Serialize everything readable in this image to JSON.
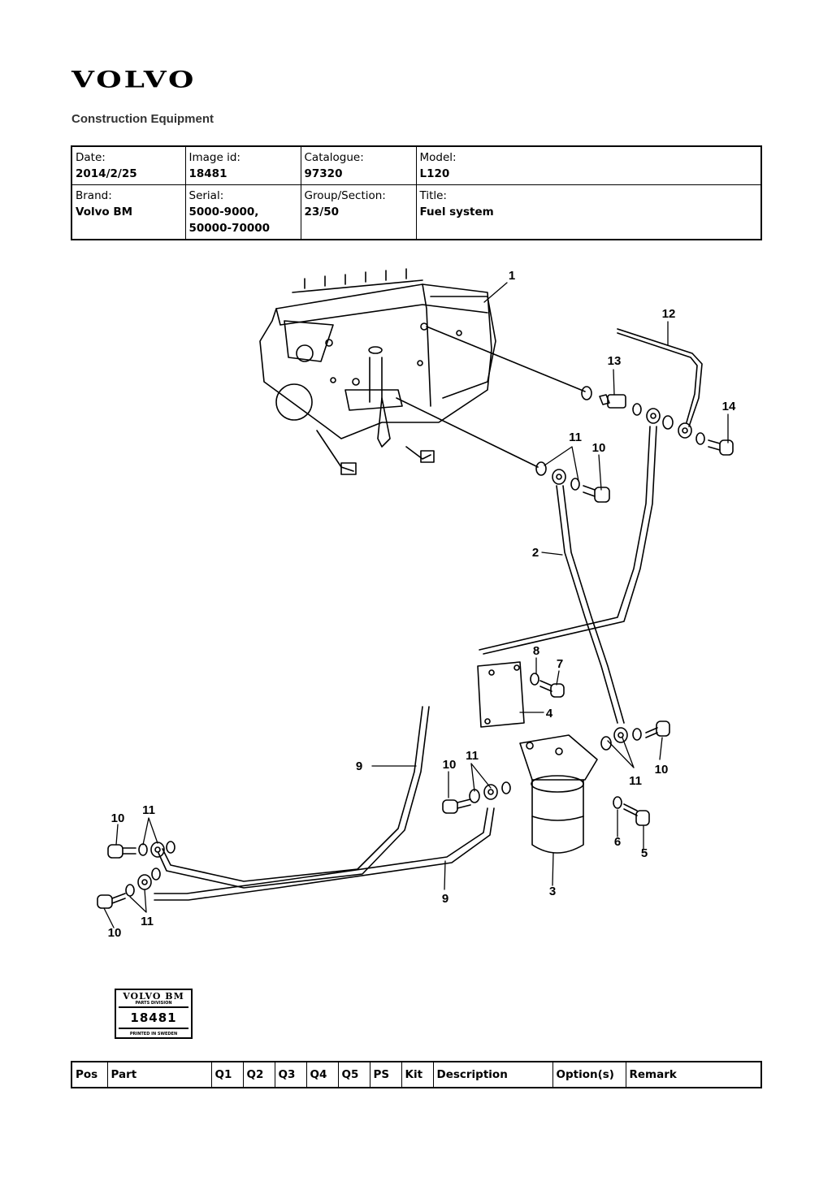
{
  "brand": {
    "logo_text": "VOLVO",
    "subtitle": "Construction Equipment"
  },
  "info": {
    "date_label": "Date:",
    "date_value": "2014/2/25",
    "image_id_label": "Image id:",
    "image_id_value": "18481",
    "catalogue_label": "Catalogue:",
    "catalogue_value": "97320",
    "model_label": "Model:",
    "model_value": "L120",
    "brand_label": "Brand:",
    "brand_value": "Volvo BM",
    "serial_label": "Serial:",
    "serial_value": "5000-9000,\n50000-70000",
    "group_label": "Group/Section:",
    "group_value": "23/50",
    "title_label": "Title:",
    "title_value": "Fuel system"
  },
  "diagram": {
    "callouts": [
      "1",
      "12",
      "13",
      "14",
      "11",
      "10",
      "2",
      "8",
      "7",
      "4",
      "9",
      "10",
      "11",
      "11",
      "10",
      "6",
      "5",
      "10",
      "11",
      "9",
      "3",
      "11",
      "10"
    ]
  },
  "stamp": {
    "line1": "VOLVO BM",
    "line2": "PARTS DIVISION",
    "number": "18481",
    "line4": "PRINTED IN SWEDEN"
  },
  "parts_table": {
    "headers": [
      "Pos",
      "Part",
      "Q1",
      "Q2",
      "Q3",
      "Q4",
      "Q5",
      "PS",
      "Kit",
      "Description",
      "Option(s)",
      "Remark"
    ]
  }
}
